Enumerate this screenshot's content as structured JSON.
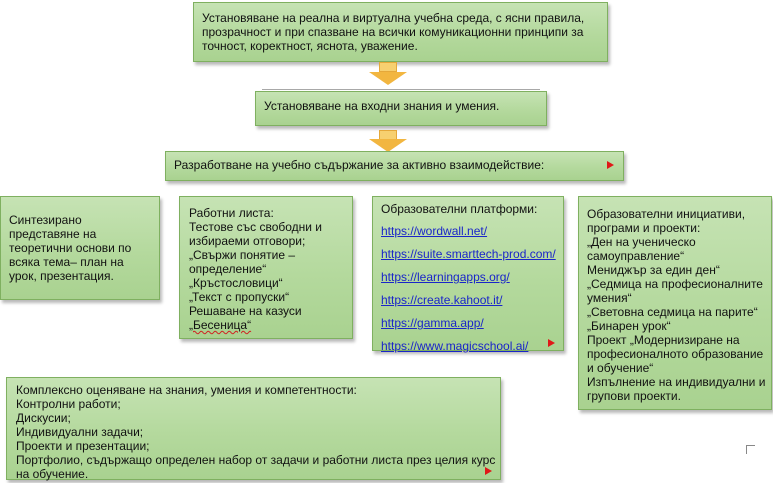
{
  "top_box": {
    "lines": [
      "Установяване на реална и виртуална учебна среда, с ясни правила,",
      "прозрачност и при спазване на всички комуникационни принципи за",
      "точност, коректност, яснота, уважение."
    ]
  },
  "input_box": {
    "text": "Установяване на входни знания и умения."
  },
  "content_box": {
    "text": "Разработване на учебно съдържание за активно взаимодействие:"
  },
  "synth_box": {
    "lines": [
      "Синтезирано",
      "представяне на",
      "теоретични основи по",
      "всяка тема– план на",
      "урок, презентация."
    ]
  },
  "worksheets_box": {
    "lines": [
      "Работни листа:",
      "Тестове със свободни и",
      "избираеми отговори;",
      "„Свържи понятие –",
      "определение“",
      "„Кръстословици“",
      "„Текст с пропуски“",
      "Решаване на казуси",
      "„Бесеница“"
    ]
  },
  "platforms_box": {
    "title": "Образователни платформи:",
    "links": [
      "https://wordwall.net/",
      "https://suite.smarttech-prod.com/",
      "https://learningapps.org/",
      "https://create.kahoot.it/",
      "https://gamma.app/",
      "https://www.magicschool.ai/"
    ]
  },
  "initiatives_box": {
    "lines": [
      "Образователни инициативи,",
      "програми и проекти:",
      "„Ден на ученическо",
      "самоуправление“",
      "Мениджър за един ден“",
      "„Седмица на професионалните",
      "умения“",
      "„Световна седмица на парите“",
      "„Бинарен урок“",
      "Проект „Модернизиране на",
      "професионалното образование",
      "и обучение“",
      "Изпълнение на индивидуални и",
      "групови проекти."
    ]
  },
  "assessment_box": {
    "lines": [
      "Комплексно оценяване на знания, умения и компетентности:",
      "Контролни работи;",
      "Дискусии;",
      "Индивидуални задачи;",
      "Проекти и презентации;",
      "Портфолио, съдържащо определен набор от задачи и работни листа през целия курс",
      "на обучение."
    ]
  },
  "colors": {
    "box_fill": "#b4d99d",
    "box_border": "#7fb060",
    "arrow_fill": "#f2b640",
    "link_color": "#1a25c9",
    "marker_red": "#e01818"
  },
  "icons": [
    "down-arrow-icon",
    "red-triangle-marker-icon"
  ]
}
